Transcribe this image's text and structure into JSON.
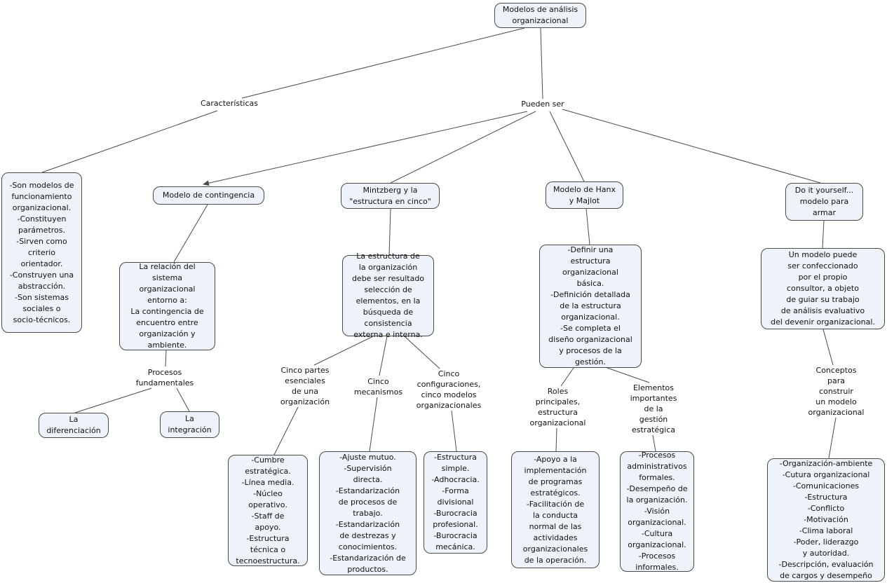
{
  "map": {
    "colors": {
      "node_fill": "#edf3f8",
      "node_border": "#4a4a4a",
      "line": "#4a4a4a",
      "text": "#111111",
      "background": "#ffffff"
    },
    "root": "Modelos de análisis\norganizacional",
    "links": {
      "caracteristicas": "Características",
      "pueden_ser": "Pueden ser",
      "procesos_fundamentales": "Procesos\nfundamentales",
      "cinco_partes": "Cinco partes\nesenciales\nde una\norganización",
      "cinco_mecanismos": "Cinco\nmecanismos",
      "cinco_configuraciones": "Cinco\nconfiguraciones,\ncinco modelos\norganizacionales",
      "roles": "Roles\nprincipales,\nestructura\norganizacional",
      "elementos": "Elementos\nimportantes\nde la\ngestión\nestratégica",
      "conceptos": "Conceptos\npara\nconstruir\nun modelo\norganizacional"
    },
    "concepts": {
      "caracteristicas_detalle": "-Son modelos de\nfuncionamiento\norganizacional.\n-Constituyen\nparámetros.\n-Sirven como\ncriterio\norientador.\n-Construyen una\nabstracción.\n-Son sistemas\nsociales o\nsocio-técnicos.",
      "contingencia": "Modelo de contingencia",
      "mintzberg": "Mintzberg y la\n\"estructura en cinco\"",
      "hanx": "Modelo de Hanx\ny Majlot",
      "doityourself": "Do it yourself...\nmodelo para\narmar",
      "contingencia_detalle": "La relación del\nsistema\norganizacional\nentorno a:\nLa contingencia de\nencuentro entre\norganización y\nambiente.",
      "diferenciacion": "La\ndiferenciación",
      "integracion": "La\nintegración",
      "mintzberg_detalle": "La estructura de\nla organización\ndebe ser resultado\nselección de\nelementos, en la\nbúsqueda de\nconsistencia\nexterna e interna.",
      "partes_detalle": "-Cumbre\nestratégica.\n-Línea media.\n-Núcleo\noperativo.\n-Staff de\napoyo.\n-Estructura\ntécnica o\ntecnoestructura.",
      "mecanismos_detalle": "-Ajuste mutuo.\n-Supervisión\ndirecta.\n-Estandarización\nde procesos de\ntrabajo.\n-Estandarización\nde destrezas y\nconocimientos.\n-Estandarización de\nproductos.",
      "configuraciones_detalle": "-Estructura\nsimple.\n-Adhocracia.\n-Forma\ndivisional\n-Burocracia\nprofesional.\n-Burocracia\nmecánica.",
      "hanx_detalle": "-Definir una\nestructura\norganizacional\nbásica.\n-Definición detallada\nde la estructura\norganizacional.\n-Se completa el\ndiseño organizacional\ny procesos de la\ngestión.",
      "roles_detalle": "-Apoyo a la\nimplementación\nde programas\nestratégicos.\n-Facilitación de\nla conducta\nnormal de las\nactividades\norganizacionales\nde la operación.",
      "elementos_detalle": "-Procesos\nadministrativos\nformales.\n-Desempeño de\nla organización.\n-Visión\norganizacional.\n-Cultura\norganizacional.\n-Procesos\ninformales.",
      "doityourself_detalle": "Un modelo puede\nser confeccionado\npor el propio\nconsultor, a objeto\nde guiar su trabajo\nde análisis evaluativo\ndel devenir organizacional.",
      "conceptos_detalle": "-Organización-ambiente\n-Cutura organizacional\n-Comunicaciones\n-Estructura\n-Conflicto\n-Motivación\n-Clima laboral\n-Poder, liderazgo\ny autoridad.\n-Descripción, evaluación\nde cargos y desempeño"
    }
  }
}
